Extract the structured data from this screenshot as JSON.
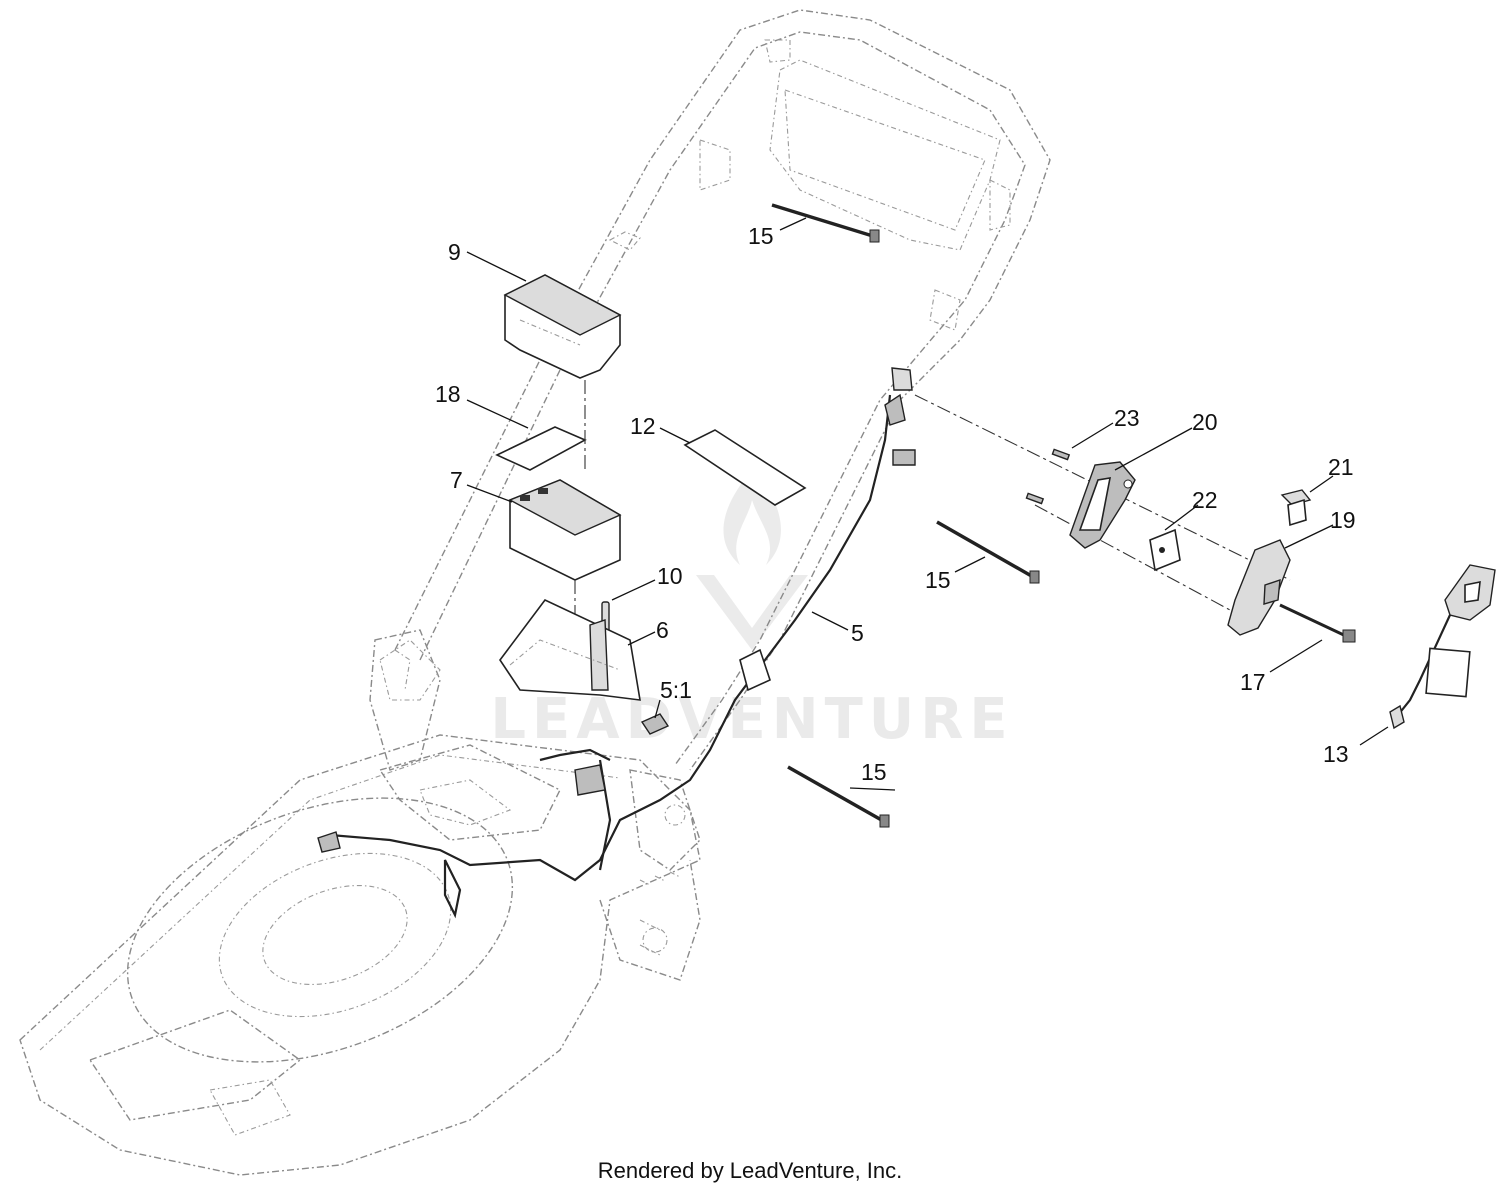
{
  "watermark": {
    "text": "LEADVENTURE"
  },
  "footer": {
    "text": "Rendered by LeadVenture, Inc."
  },
  "callouts": {
    "c9": "9",
    "c18": "18",
    "c7": "7",
    "c10": "10",
    "c6": "6",
    "c51": "5:1",
    "c12": "12",
    "c15a": "15",
    "c15b": "15",
    "c15c": "15",
    "c5": "5",
    "c23": "23",
    "c20": "20",
    "c21": "21",
    "c22": "22",
    "c19": "19",
    "c17": "17",
    "c13": "13"
  }
}
